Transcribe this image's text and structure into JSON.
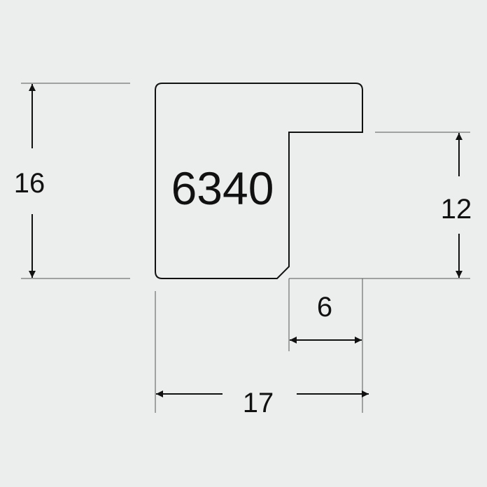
{
  "profile": {
    "code": "6340"
  },
  "dimensions": {
    "height_total": "16",
    "height_rebate": "12",
    "width_rebate": "6",
    "width_total": "17"
  },
  "colors": {
    "background": "#eceeed",
    "line": "#111111",
    "extension_line": "#555555"
  }
}
